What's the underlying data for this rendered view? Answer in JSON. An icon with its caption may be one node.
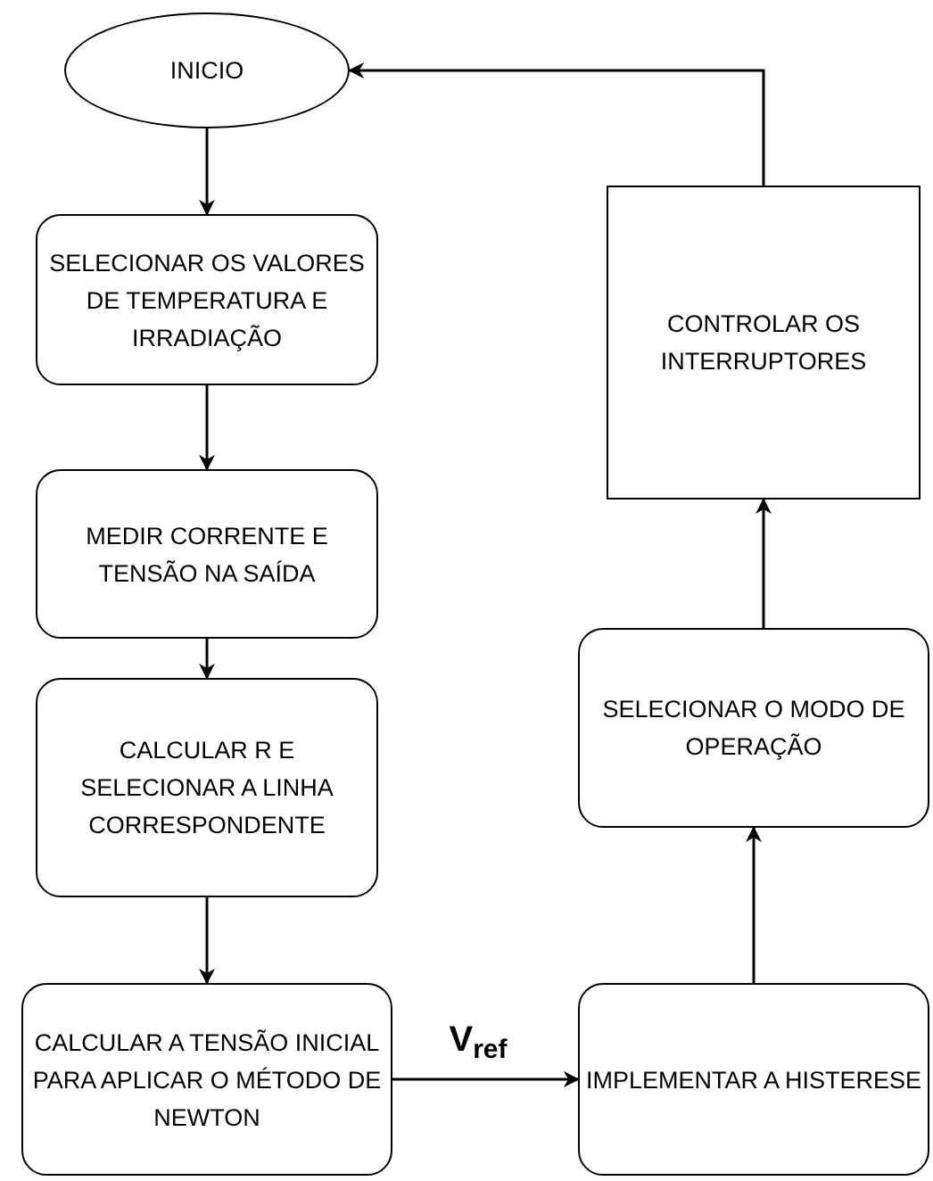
{
  "diagram": {
    "nodes": [
      {
        "text": [
          "INICIO"
        ]
      },
      {
        "text": [
          "SELECIONAR OS VALORES DE TEMPERATURA E IRRADIAÇÃO"
        ]
      },
      {
        "text": [
          "MEDIR CORRENTE E TENSÃO NA SAÍDA"
        ]
      },
      {
        "text": [
          "CALCULAR R E SELECIONAR A LINHA CORRESPONDENTE"
        ]
      },
      {
        "text": [
          "CALCULAR A TENSÃO INICIAL PARA APLICAR O MÉTODO DE NEWTON"
        ]
      },
      {
        "text": [
          "IMPLEMENTAR A HISTERESE"
        ]
      },
      {
        "text": [
          "SELECIONAR O MODO DE OPERAÇÃO"
        ]
      },
      {
        "text": [
          "CONTROLAR OS INTERRUPTORES"
        ]
      }
    ],
    "edges": [
      {
        "from": 0,
        "to": 1,
        "arrow": "to"
      },
      {
        "from": 1,
        "to": 2,
        "arrow": "to"
      },
      {
        "from": 2,
        "to": 3,
        "arrow": "to"
      },
      {
        "from": 3,
        "to": 4,
        "arrow": "to"
      },
      {
        "from": 4,
        "to": 5,
        "arrow": "to",
        "label": "V$_{ref}$"
      },
      {
        "from": 5,
        "to": 6,
        "arrow": "to"
      },
      {
        "from": 6,
        "to": 7,
        "arrow": "to"
      },
      {
        "from": 7,
        "to": 0,
        "arrow": "to"
      }
    ]
  }
}
